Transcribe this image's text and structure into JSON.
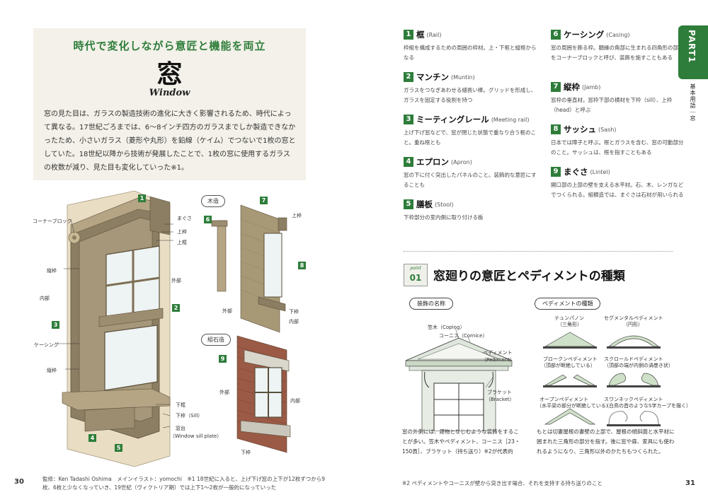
{
  "left_page": {
    "hero": {
      "subtitle": "時代で変化しながら意匠と機能を両立",
      "title": "窓",
      "title_en": "Window",
      "body": "窓の見た目は、ガラスの製造技術の進化に大きく影響されるため、時代によって異なる。17世紀ごろまでは、6〜8インチ四方のガラスまでしか製造できなかったため、小さいガラス（菱形や丸形）を鉛線（ケイム）でつないで1枚の窓としていた。18世紀以降から技術が発展したことで、1枚の窓に使用するガラスの枚数が減り、見た目も変化していった※1。"
    },
    "figure_labels": {
      "corner_block": "コーナーブロック",
      "jamb": "縦枠",
      "interior": "内部",
      "casing": "ケーシング",
      "jamb2": "縦枠",
      "lintel": "まぐさ",
      "head": "上枠",
      "top_rail": "上框",
      "exterior": "外部",
      "bottom_rail": "下框",
      "sill": "下枠（Sill）",
      "sill_plate": "窓台",
      "sill_plate_en": "（Window sill plate）",
      "wood": "木造",
      "masonry": "組石造",
      "head2": "上枠",
      "exterior2": "外部",
      "sill2": "下枠",
      "interior2": "内部",
      "exterior3": "外部",
      "interior3": "内部",
      "sill3": "下枠"
    },
    "numbers": [
      "1",
      "2",
      "3",
      "4",
      "5",
      "6",
      "7",
      "8",
      "9"
    ],
    "page_number": "30",
    "footnote": "監修：Ken Tadashi Oshima　メインイラスト：yomochi　※1 18世紀に入ると、上げ下げ窓の上下が12枚ずつから9枚、6枚と少なくなっていき、19世紀（ヴィクトリア期）では上下1〜2枚が一般的になっていった"
  },
  "right_page": {
    "terms": [
      {
        "num": "1",
        "name": "框",
        "en": "(Rail)",
        "desc": "枠組を構成するための周囲の枠材。上・下框と縦框からなる"
      },
      {
        "num": "2",
        "name": "マンチン",
        "en": "(Muntin)",
        "desc": "ガラスをつなぎあわせる細長い棒。グリッドを形成し、ガラスを固定する役割を持つ"
      },
      {
        "num": "3",
        "name": "ミーティングレール",
        "en": "(Meeting rail)",
        "desc": "上げ下げ窓などで、窓が閉じた状態で重なり合う框のこと。重ね框とも"
      },
      {
        "num": "4",
        "name": "エプロン",
        "en": "(Apron)",
        "desc": "窓の下に付く突出したパネルのこと。装飾的な意匠にすることも"
      },
      {
        "num": "5",
        "name": "膳板",
        "en": "(Stool)",
        "desc": "下枠部分の室内側に取り付ける板"
      },
      {
        "num": "6",
        "name": "ケーシング",
        "en": "(Casing)",
        "desc": "窓の周囲を飾る枠。額縁の角部に生まれる四角形の部分をコーナーブロックと呼び、装飾を施すこともある"
      },
      {
        "num": "7",
        "name": "縦枠",
        "en": "(Jamb)",
        "desc": "窓枠の垂直材。窓枠下部の横材を下枠（sill）、上枠（head）と呼ぶ"
      },
      {
        "num": "8",
        "name": "サッシュ",
        "en": "(Sash)",
        "desc": "日本では障子と呼ぶ。框とガラスを含む、窓の可動部分のこと。サッシュは、框を指すこともある"
      },
      {
        "num": "9",
        "name": "まぐさ",
        "en": "(Lintel)",
        "desc": "開口部の上部の壁を支える水平材。石、木、レンガなどでつくられる。組積造では、まぐさは石材が用いられる"
      }
    ],
    "side_tab": "PART1",
    "side_sub": "基本用語｜窓",
    "point": {
      "label": "point",
      "num": "01"
    },
    "section_title": "窓廻りの意匠とペディメントの種類",
    "ornament_pill": "装飾の名称",
    "pediment_pill": "ペディメントの種類",
    "ornament_labels": {
      "coping": "笠木（Coping）",
      "cornice": "コーニス（Cornice）",
      "pediment": "ペディメント",
      "pediment_en": "（Pediment）",
      "bracket": "ブラケット",
      "bracket_en": "（Bracket）"
    },
    "pediment_types": {
      "triangle": "テュンパノン",
      "triangle_sub": "（三角形）",
      "segmental": "セグメンタルペディメント",
      "segmental_sub": "（円形）",
      "broken": "ブロークンペディメント",
      "broken_sub": "（頂部が断絶している）",
      "scroll": "スクロールドペディメント",
      "scroll_sub": "（頂部の端が内側の渦巻き状）",
      "open": "オープンペディメント",
      "open_sub": "（水平梁の部分が断絶している）",
      "swan": "スワンネックペディメント",
      "swan_sub": "（白鳥の首のようなS字カーブを描く）"
    },
    "ornament_text": "窓の外側には、建物となじむような装飾をすることが多い。笠木やペディメント、コーニス［23・150頁］、ブラケット（持ち送り）※2が代表的",
    "pediment_text": "もとは切妻屋根の妻壁の上部で、屋根の傾斜面と水平材に囲まれた三角形の部分を指す。後に窓や扉、家具にも使われるようになり、三角形以外のかたちもつくられた。",
    "footnote": "※2 ペディメントやコーニスが壁から突き出す場合、それを支持する持ち送りのこと",
    "page_number": "31"
  }
}
